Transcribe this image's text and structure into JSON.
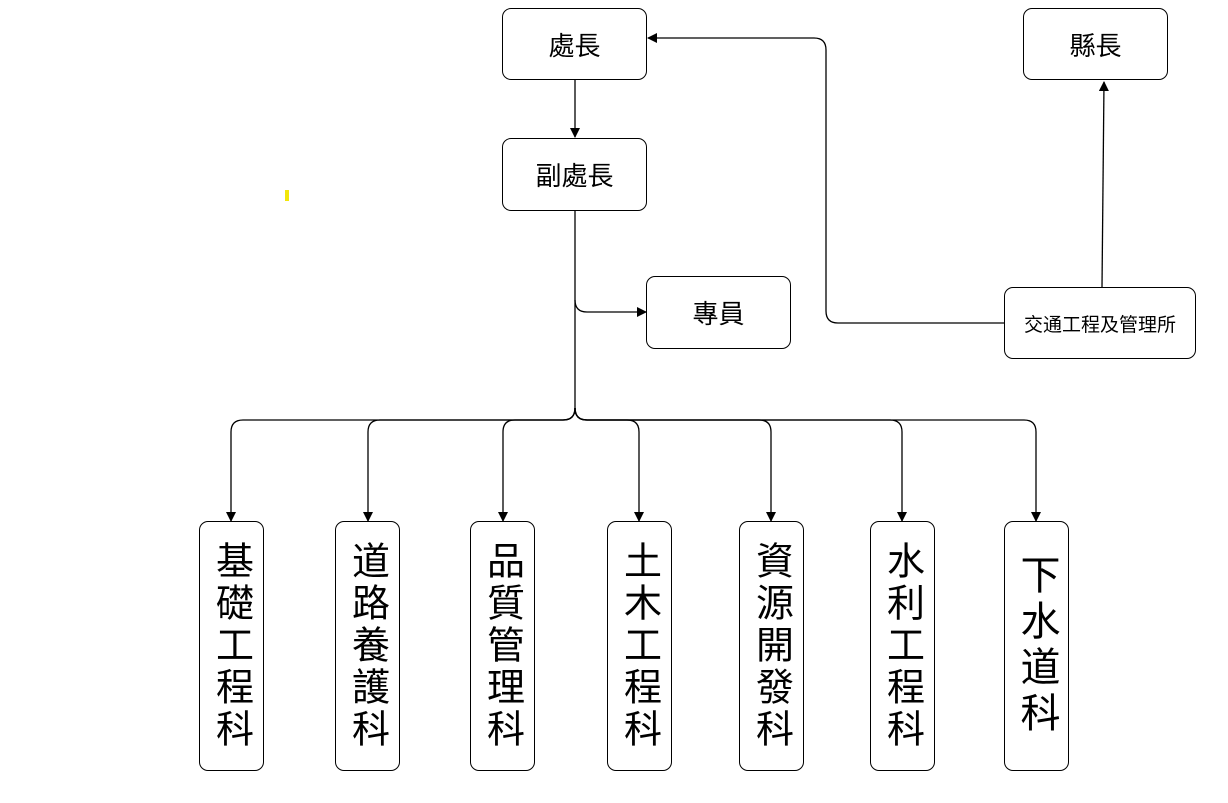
{
  "nodes": {
    "director": "處長",
    "magistrate": "縣長",
    "deputy": "副處長",
    "specialist": "專員",
    "traffic_office": "交通工程及管理所"
  },
  "sections": [
    "基礎工程科",
    "道路養護科",
    "品質管理科",
    "土木工程科",
    "資源開發科",
    "水利工程科",
    "下水道科"
  ],
  "colors": {
    "line": "#000000",
    "highlight": "#f2e60a"
  }
}
